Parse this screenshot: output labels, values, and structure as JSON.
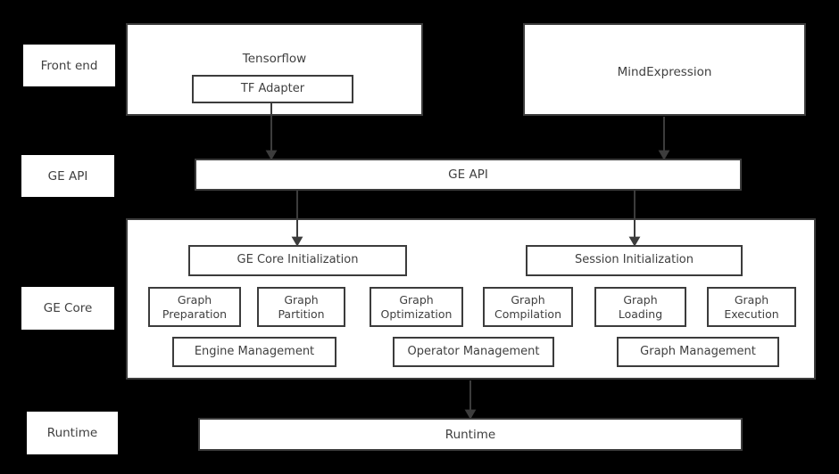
{
  "diagram": {
    "background_color": "#000000",
    "box_fill": "#ffffff",
    "box_border": "#3c3c3c",
    "text_color": "#404040",
    "arrow_color": "#3c3c3c"
  },
  "layer_labels": [
    {
      "id": "front-end",
      "text": "Front end"
    },
    {
      "id": "ge-api",
      "text": "GE API"
    },
    {
      "id": "ge-core",
      "text": "GE Core"
    },
    {
      "id": "runtime",
      "text": "Runtime"
    }
  ],
  "frontend": {
    "tensorflow": {
      "title": "Tensorflow",
      "child": "TF Adapter"
    },
    "mindexpression": {
      "title": "MindExpression"
    }
  },
  "ge_api_bar": {
    "label": "GE API"
  },
  "ge_core": {
    "init_boxes": [
      {
        "id": "ge-core-initialization",
        "label": "GE Core Initialization"
      },
      {
        "id": "session-initialization",
        "label": "Session Initialization"
      }
    ],
    "stage_boxes": [
      {
        "id": "graph-preparation",
        "label": "Graph\nPreparation"
      },
      {
        "id": "graph-partition",
        "label": "Graph\nPartition"
      },
      {
        "id": "graph-optimization",
        "label": "Graph\nOptimization"
      },
      {
        "id": "graph-compilation",
        "label": "Graph\nCompilation"
      },
      {
        "id": "graph-loading",
        "label": "Graph\nLoading"
      },
      {
        "id": "graph-execution",
        "label": "Graph\nExecution"
      }
    ],
    "management_boxes": [
      {
        "id": "engine-management",
        "label": "Engine Management"
      },
      {
        "id": "operator-management",
        "label": "Operator Management"
      },
      {
        "id": "graph-management",
        "label": "Graph Management"
      }
    ]
  },
  "runtime_bar": {
    "label": "Runtime"
  },
  "connections": [
    {
      "id": "tf-adapter-to-ge-api",
      "from": "TF Adapter",
      "to": "GE API"
    },
    {
      "id": "mindexpression-to-ge-api",
      "from": "MindExpression",
      "to": "GE API"
    },
    {
      "id": "ge-api-to-ge-core-initialization",
      "from": "GE API",
      "to": "GE Core Initialization"
    },
    {
      "id": "ge-api-to-session-initialization",
      "from": "GE API",
      "to": "Session Initialization"
    },
    {
      "id": "ge-core-to-runtime",
      "from": "GE Core",
      "to": "Runtime"
    }
  ]
}
